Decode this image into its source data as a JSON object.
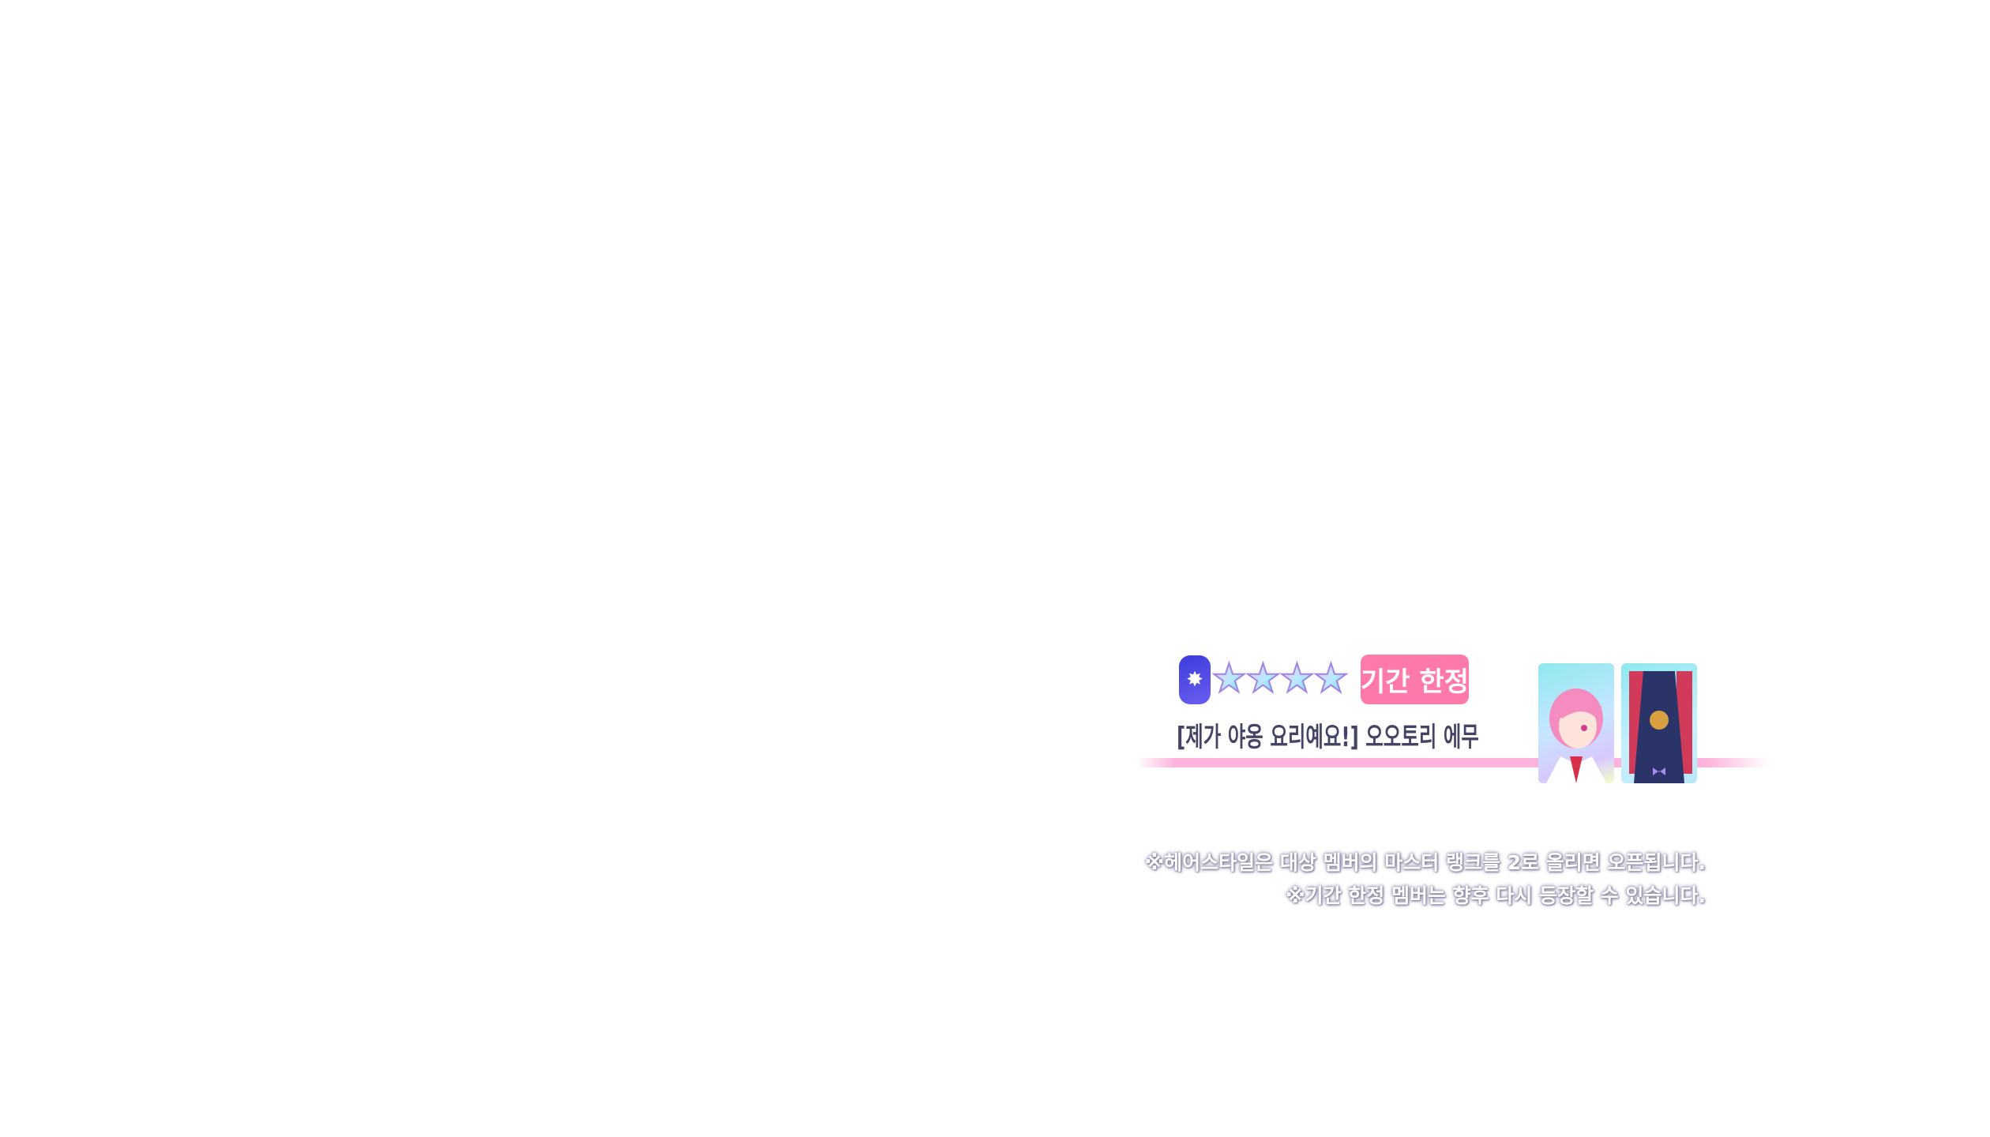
{
  "banner": {
    "attribute_icon": "mysterious-attribute-icon",
    "rarity_stars": 4,
    "limited_badge": "기간 한정",
    "card_title": "[제가 야옹 요리예요!] 오오토리 에무",
    "thumbnails": [
      "hairstyle-thumbnail",
      "costume-thumbnail"
    ]
  },
  "notes": [
    "※헤어스타일은 대상 멤버의 마스터 랭크를 2로 올리면 오픈됩니다.",
    "※기간 한정 멤버는 향후 다시 등장할 수 있습니다."
  ],
  "colors": {
    "badge": "#ff7aaa",
    "title": "#444466",
    "line": "#fdb3dc"
  }
}
